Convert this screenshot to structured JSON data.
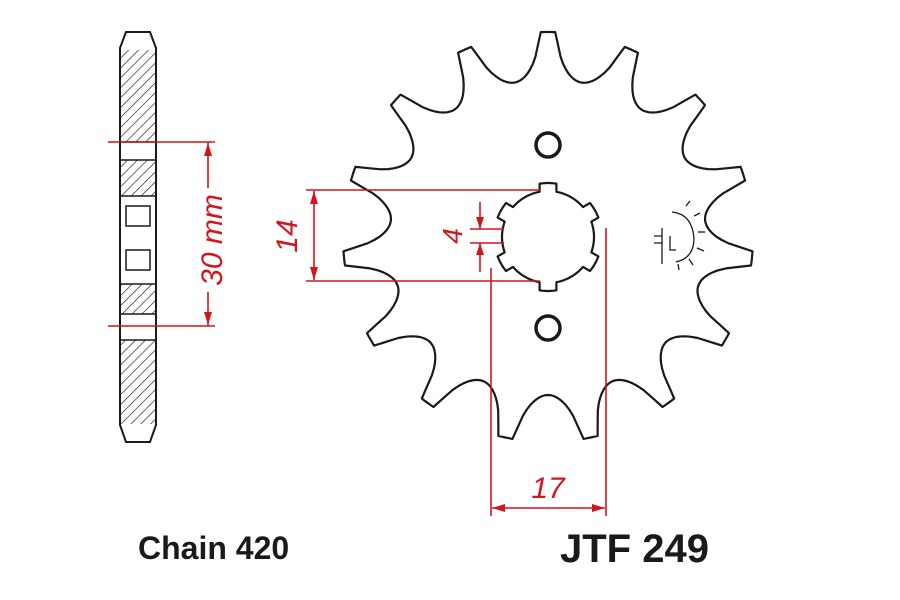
{
  "dimensions": {
    "width_label": "30 mm",
    "bore_label": "14",
    "keyway_label": "4",
    "spline_label": "17"
  },
  "captions": {
    "chain": "Chain 420",
    "part_number": "JTF 249"
  },
  "colors": {
    "line": "#1a1a1a",
    "dimension": "#d4141c",
    "hatch": "#1a1a1a",
    "background": "#ffffff"
  },
  "teeth": 15
}
